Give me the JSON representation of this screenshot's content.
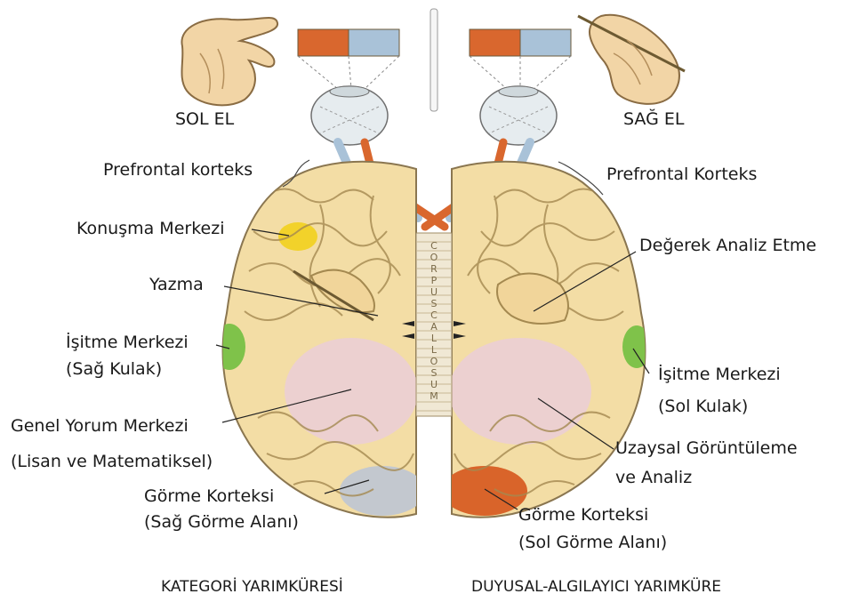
{
  "title": {
    "left_hand": "SOL EL",
    "right_hand": "SAĞ EL"
  },
  "labels": {
    "prefrontal_left": "Prefrontal korteks",
    "prefrontal_right": "Prefrontal Korteks",
    "speech_center": "Konuşma Merkezi",
    "writing": "Yazma",
    "hearing_left_line1": "İşitme Merkezi",
    "hearing_left_line2": "(Sağ Kulak)",
    "general_interp_line1": "Genel Yorum Merkezi",
    "general_interp_line2": "(Lisan ve Matematiksel)",
    "visual_left_line1": "Görme Korteksi",
    "visual_left_line2": "(Sağ Görme Alanı)",
    "analysis": "Değerek Analiz Etme",
    "hearing_right_line1": "İşitme Merkezi",
    "hearing_right_line2": "(Sol Kulak)",
    "spatial_line1": "Uzaysal Görüntüleme",
    "spatial_line2": "ve Analiz",
    "visual_right_line1": "Görme Korteksi",
    "visual_right_line2": "(Sol Görme Alanı)"
  },
  "corpus_callosum": "CORPUS CALLOSUM",
  "captions": {
    "left": "KATEGORİ YARIMKÜRESİ",
    "right": "DUYUSAL-ALGILAYICI YARIMKÜRE"
  },
  "colors": {
    "brain": "#f3dda5",
    "brain_outline": "#8a7650",
    "speech_center": "#f2d22a",
    "hearing": "#7fc24a",
    "interpretation": "#ecd0d0",
    "visual_left": "#c3c8cf",
    "visual_right": "#d9642a",
    "field_orange": "#d9672e",
    "field_blue": "#a9c2d8"
  }
}
